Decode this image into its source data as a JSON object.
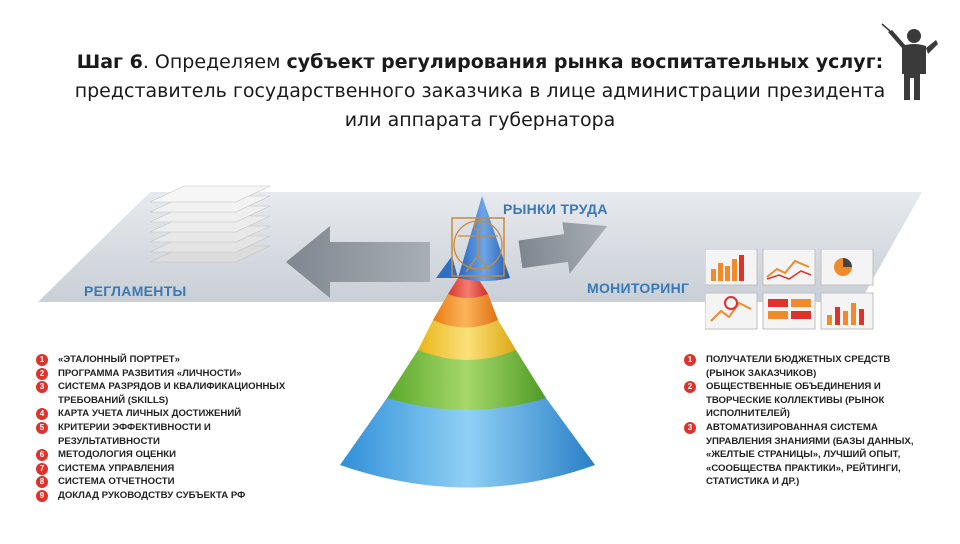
{
  "title": {
    "step_prefix": "Шаг 6",
    "step_rest": ". Определяем ",
    "step_bold": "субъект регулирования рынка воспитательных услуг:",
    "line2": "представитель государственного заказчика в лице администрации президента",
    "line3": "или аппарата губернатора"
  },
  "labels": {
    "labor_markets": "РЫНКИ ТРУДА",
    "regulations": "РЕГЛАМЕНТЫ",
    "monitoring": "МОНИТОРИНГ"
  },
  "left_list": [
    {
      "num": "1",
      "text": "«ЭТАЛОННЫЙ ПОРТРЕТ»"
    },
    {
      "num": "2",
      "text": "ПРОГРАММА РАЗВИТИЯ «ЛИЧНОСТИ»"
    },
    {
      "num": "3",
      "text": "СИСТЕМА РАЗРЯДОВ И КВАЛИФИКАЦИОННЫХ ТРЕБОВАНИЙ (SKILLS)"
    },
    {
      "num": "4",
      "text": "КАРТА УЧЕТА ЛИЧНЫХ ДОСТИЖЕНИЙ"
    },
    {
      "num": "5",
      "text": "КРИТЕРИИ ЭФФЕКТИВНОСТИ И РЕЗУЛЬТАТИВНОСТИ"
    },
    {
      "num": "6",
      "text": "МЕТОДОЛОГИЯ ОЦЕНКИ"
    },
    {
      "num": "7",
      "text": "СИСТЕМА УПРАВЛЕНИЯ"
    },
    {
      "num": "8",
      "text": "СИСТЕМА ОТЧЕТНОСТИ"
    },
    {
      "num": "9",
      "text": "ДОКЛАД РУКОВОДСТВУ СУБЪЕКТА РФ"
    }
  ],
  "right_list": [
    {
      "num": "1",
      "text": "ПОЛУЧАТЕЛИ БЮДЖЕТНЫХ СРЕДСТВ (РЫНОК ЗАКАЗЧИКОВ)"
    },
    {
      "num": "2",
      "text": "ОБЩЕСТВЕННЫЕ ОБЪЕДИНЕНИЯ И ТВОРЧЕСКИЕ КОЛЛЕКТИВЫ (РЫНОК ИСПОЛНИТЕЛЕЙ)"
    },
    {
      "num": "3",
      "text": "АВТОМАТИЗИРОВАННАЯ СИСТЕМА УПРАВЛЕНИЯ ЗНАНИЯМИ (БАЗЫ ДАННЫХ, «ЖЕЛТЫЕ СТРАНИЦЫ», ЛУЧШИЙ ОПЫТ, «СООБЩЕСТВА ПРАКТИКИ», РЕЙТИНГИ, СТАТИСТИКА И ДР.)"
    }
  ],
  "icons": {
    "conductor": "conductor-icon",
    "document_stack": "document-stack-icon",
    "vitruvian": "vitruvian-man-icon"
  },
  "colors": {
    "accent_blue": "#3a78b5",
    "number_red": "#e0322d",
    "pyramid": [
      "#4aa3e0",
      "#6dbb3c",
      "#f2c12e",
      "#f39020",
      "#e8453c",
      "#2f6fc4"
    ]
  }
}
